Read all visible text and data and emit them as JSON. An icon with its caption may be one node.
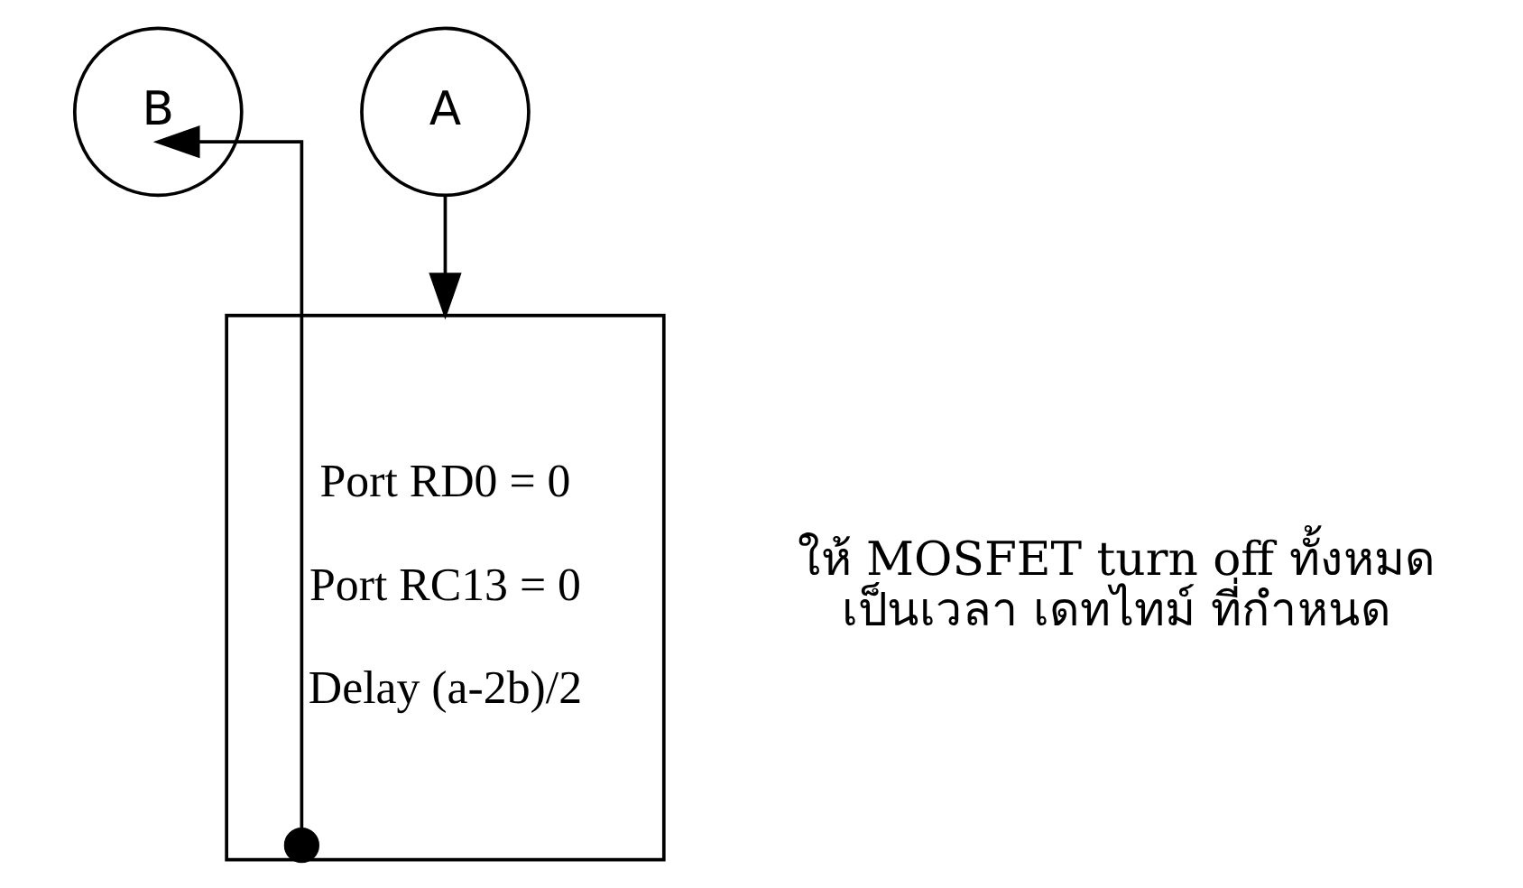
{
  "diagram": {
    "nodes": [
      {
        "text": [
          "B"
        ]
      },
      {
        "text": [
          "A"
        ]
      },
      {
        "text": [
          "Port RD0 = 0",
          "Port RC13 = 0",
          "Delay (a-2b)/2"
        ],
        "beside": [
          "ให้ MOSFET turn off ทั้งหมด เป็นเวลา เดทไทม์ ที่กำหนด"
        ]
      }
    ],
    "edges": [
      {
        "from": 1,
        "to": 2,
        "arrow": "to"
      },
      {
        "from": 2,
        "to": 0,
        "arrow": "to"
      }
    ]
  }
}
